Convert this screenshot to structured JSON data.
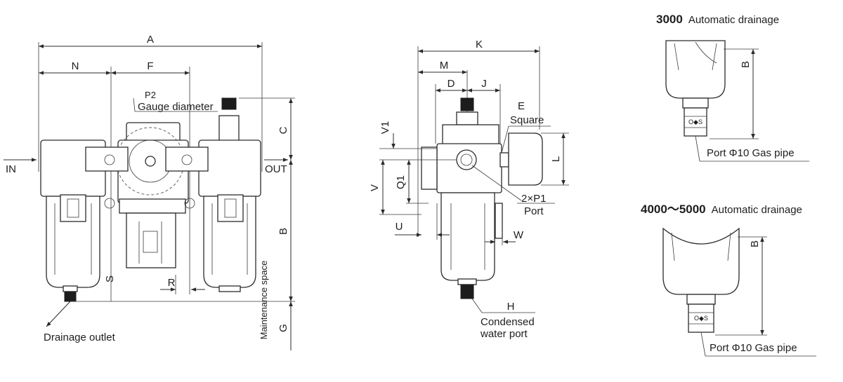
{
  "front_view": {
    "dims": {
      "a": "A",
      "n": "N",
      "f": "F",
      "c": "C",
      "b": "B",
      "s": "S",
      "r": "R",
      "g": "G"
    },
    "p2": "P2",
    "gauge_diameter": "Gauge diameter",
    "in": "IN",
    "out": "OUT",
    "drainage_outlet": "Drainage outlet",
    "maintenance_space": "Maintenance space"
  },
  "side_view": {
    "dims": {
      "k": "K",
      "m": "M",
      "d": "D",
      "j": "J",
      "e": "E",
      "v1": "V1",
      "v": "V",
      "q1": "Q1",
      "l": "L",
      "u": "U",
      "w": "W",
      "h": "H"
    },
    "square": "Square",
    "p1": "2×P1",
    "port": "Port",
    "condensed_line1": "Condensed",
    "condensed_line2": "water port"
  },
  "drain_3000": {
    "model": "3000",
    "title": "Automatic drainage",
    "dim_b": "B",
    "port_label": "Port Φ10 Gas pipe",
    "os_label": "O◆S"
  },
  "drain_4000": {
    "model": "4000～5000",
    "title": "Automatic drainage",
    "dim_b": "B",
    "port_label": "Port Φ10 Gas pipe",
    "os_label": "O◆S"
  }
}
